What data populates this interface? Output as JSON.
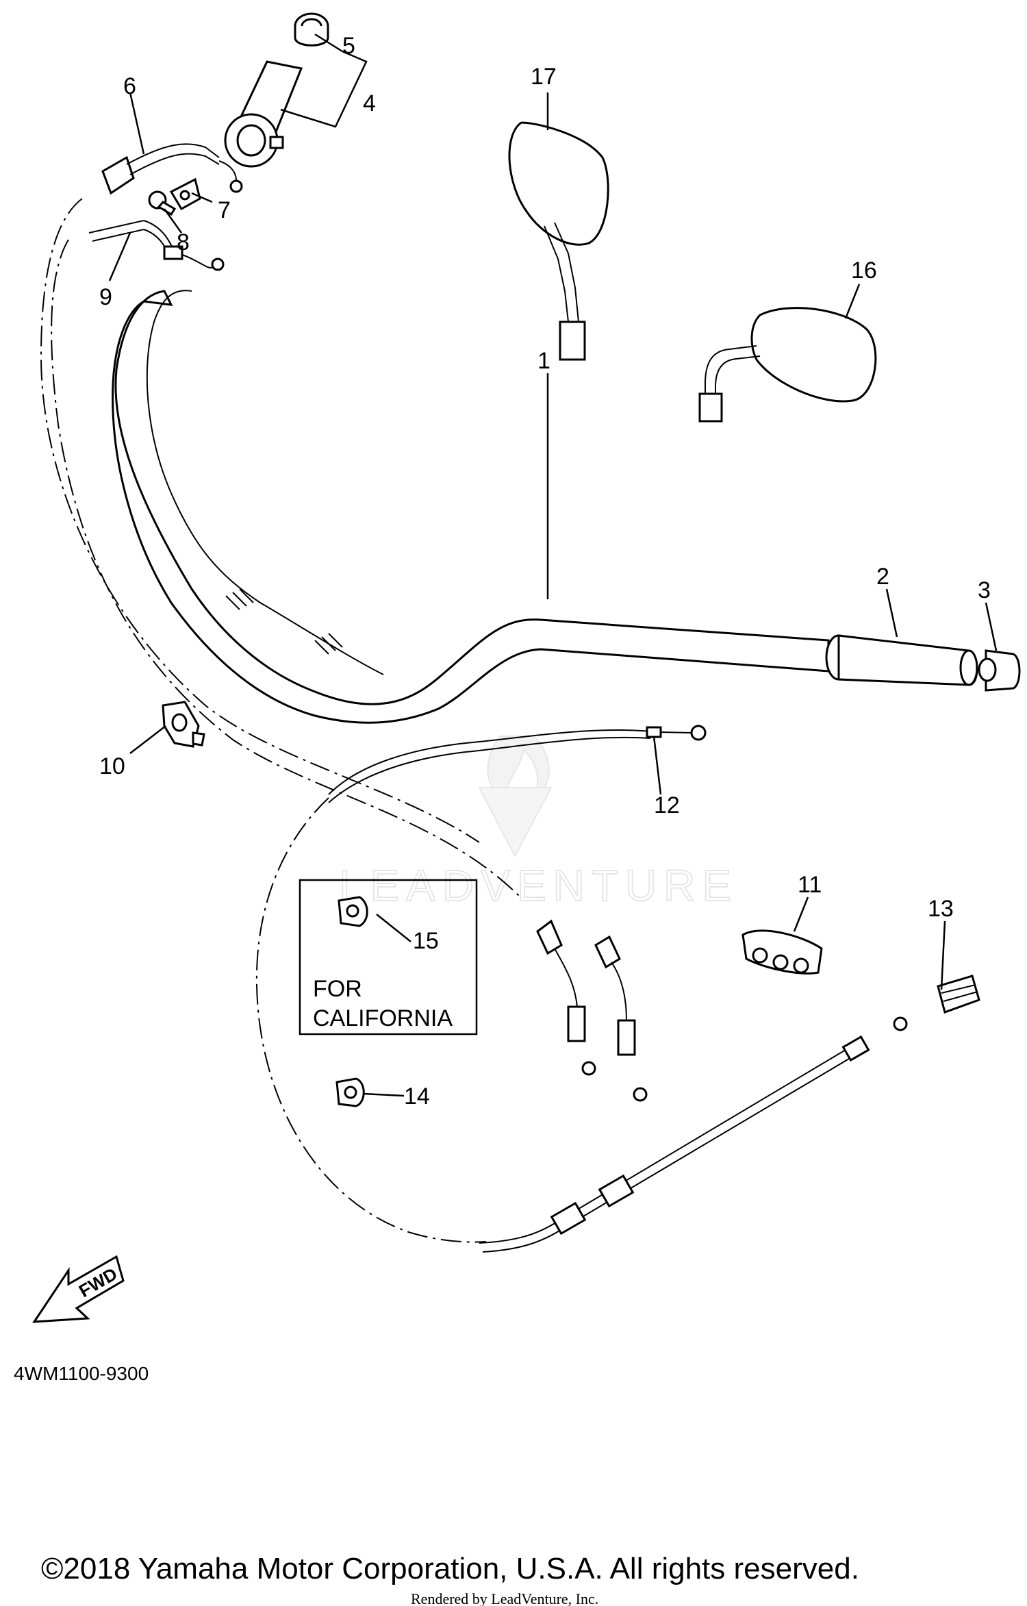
{
  "callouts": [
    "1",
    "2",
    "3",
    "4",
    "5",
    "6",
    "7",
    "8",
    "9",
    "10",
    "11",
    "12",
    "13",
    "14",
    "15",
    "16",
    "17"
  ],
  "note_box": {
    "line1": "FOR",
    "line2": "CALIFORNIA"
  },
  "fwd_label": "FWD",
  "diagram_code": "4WM1100-9300",
  "copyright": "©2018 Yamaha Motor Corporation, U.S.A. All rights reserved.",
  "rendered_by": "Rendered by LeadVenture, Inc.",
  "watermark": "LEADVENTURE"
}
